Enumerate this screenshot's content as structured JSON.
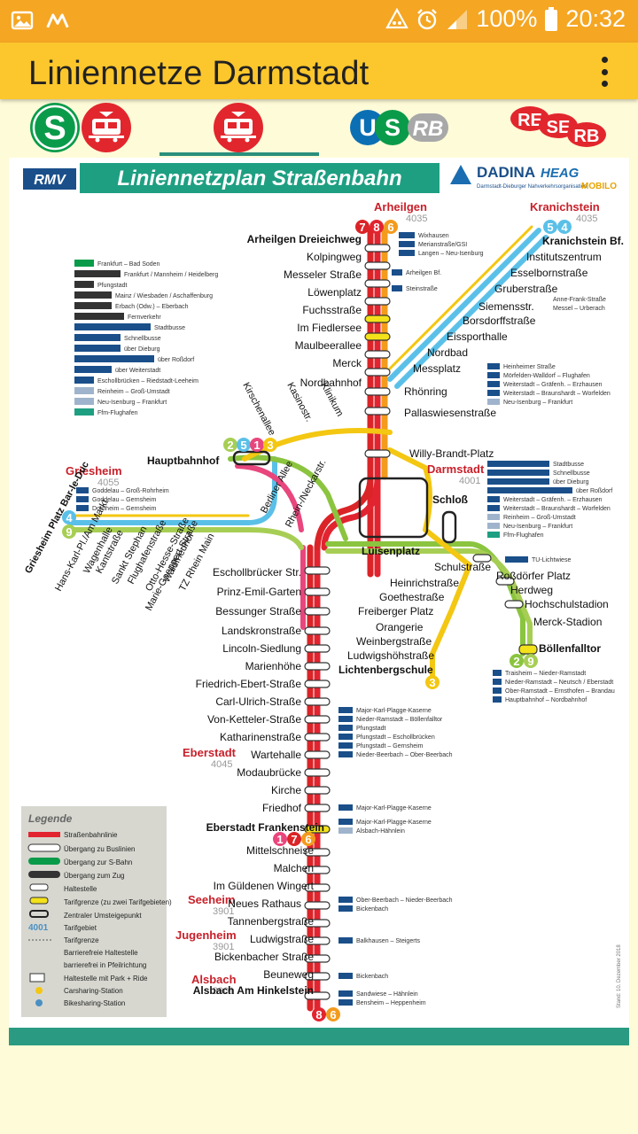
{
  "status": {
    "battery": "100%",
    "time": "20:32"
  },
  "appbar": {
    "title": "Liniennetze Darmstadt"
  },
  "tabs": [
    {
      "id": "sbahn-tram",
      "badge": "S"
    },
    {
      "id": "tram"
    },
    {
      "id": "us-rb",
      "u": "U",
      "s": "S",
      "rb": "RB"
    },
    {
      "id": "re-se-rb",
      "re": "RE",
      "se": "SE",
      "rb": "RB"
    }
  ],
  "map": {
    "rmv": "RMV",
    "title": "Liniennetzplan Straßenbahn",
    "dadina": "DADINA",
    "dadina_sub": "Darmstadt-Dieburger Nahverkehrsorganisation",
    "heag": "HEAG",
    "mobilo": "MOBILO",
    "areas": {
      "arheilgen": "Arheilgen",
      "arheilgen_code": "4035",
      "kranichstein": "Kranichstein",
      "kranichstein_code": "4035",
      "griesheim": "Griesheim",
      "griesheim_code": "4055",
      "darmstadt": "Darmstadt",
      "darmstadt_code": "4001",
      "eberstadt": "Eberstadt",
      "eberstadt_code": "4045",
      "seeheim": "Seeheim",
      "seeheim_code": "3901",
      "jugenheim": "Jugenheim",
      "jugenheim_code": "3901",
      "alsbach": "Alsbach",
      "alsbach_code": "3901"
    },
    "north_stations": [
      "Arheilgen Dreieichweg",
      "Kolpingweg",
      "Messeler Straße",
      "Löwenplatz",
      "Fuchsstraße",
      "Im Fiedlersee",
      "Maulbeerallee",
      "Merck",
      "Nordbahnhof",
      "Rhönring",
      "Pallaswiesenstraße",
      "Willy-Brandt-Platz"
    ],
    "kranich_stations": [
      "Kranichstein Bf.",
      "Institutszentrum",
      "Esselbornstraße",
      "Gruberstraße",
      "Siemensstr.",
      "Borsdorffstraße",
      "Eissporthalle",
      "Nordbad",
      "Messplatz"
    ],
    "south_stations": [
      "Eschollbrücker Str.",
      "Prinz-Emil-Garten",
      "Bessunger Straße",
      "Landskronstraße",
      "Lincoln-Siedlung",
      "Marienhöhe",
      "Friedrich-Ebert-Straße",
      "Carl-Ulrich-Straße",
      "Von-Ketteler-Straße",
      "Katharinenstraße",
      "Wartehalle",
      "Modaubrücke",
      "Kirche",
      "Friedhof",
      "Eberstadt Frankenstein",
      "Mittelschneise",
      "Malchen",
      "Im Güldenen Wingert",
      "Neues Rathaus",
      "Tannenbergstraße",
      "Ludwigstraße",
      "Bickenbacher Straße",
      "Beuneweg",
      "Alsbach Am Hinkelstein"
    ],
    "east_stations": [
      "Luisenplatz",
      "Schloß",
      "Schulstraße",
      "Heinrichstraße",
      "Goethestraße",
      "Freiberger Platz",
      "Orangerie",
      "Weinbergstraße",
      "Ludwigshöhstraße",
      "Lichtenbergschule",
      "Roßdörfer Platz",
      "Herdweg",
      "Hochschulstadion",
      "Merck-Stadion",
      "Böllenfalltor"
    ],
    "west_stations": [
      "Griesheim Platz Bar-le-Duc",
      "Hans-Karl-Pl./Am Markt",
      "Wagenhalle",
      "Kantstraße",
      "Sankt Stephan",
      "Flughafenstraße",
      "Otto-Hesse-Straße",
      "Waldfriedhof",
      "Marie-Goeppert-Straße",
      "TZ Rhein Main",
      "Hauptbahnhof",
      "Berliner Allee",
      "Rhein-/Neckarstr.",
      "Kirschenallee",
      "Kasinostr.",
      "Klinikum"
    ],
    "legend": {
      "title": "Legende",
      "items": [
        "Straßenbahnlinie",
        "Übergang zu Buslinien",
        "Übergang zur S-Bahn",
        "Übergang zum Zug",
        "Haltestelle",
        "Tarifgrenze (zu zwei Tarifgebieten)",
        "Zentraler Umsteigepunkt",
        "Tarifgebiet",
        "Tarifgrenze",
        "Barrierefreie Haltestelle",
        "barrierefrei in Pfeilrichtung",
        "Haltestelle mit Park + Ride",
        "Carsharing-Station",
        "Bikesharing-Station"
      ],
      "tarif_code": "4001"
    },
    "bus_info_left": [
      "Frankfurt – Bad Soden",
      "Frankfurt / Mannheim / Heidelberg",
      "Pfungstadt",
      "Mainz / Wiesbaden / Aschaffenburg",
      "Erbach (Odw.) – Eberbach",
      "Fernverkehr",
      "Stadtbusse",
      "Schnellbusse",
      "über Dieburg",
      "über Roßdorf",
      "über Weiterstadt",
      "Eschollbrücken – Riedstadt-Leeheim",
      "Reinheim – Groß-Umstadt",
      "Neu-Isenburg – Frankfurt",
      "Ffm-Flughafen"
    ],
    "griesheim_bus": [
      "Goddelau – Groß-Rohrheim",
      "Goddelau – Gernsheim",
      "Dornheim – Gernsheim"
    ],
    "arheilgen_bus": [
      "Wixhausen",
      "Merianstraße/GSI",
      "Langen – Neu-Isenburg",
      "Arheilgen Bf.",
      "Steinstraße"
    ],
    "kranich_bus": [
      "Heinheimer Straße",
      "Mörfelden-Walldorf – Flughafen",
      "Weiterstadt – Gräfenh. – Erzhausen",
      "Weiterstadt – Braunshardt – Worfelden",
      "Neu-Isenburg – Frankfurt",
      "Anne-Frank-Straße",
      "Messel – Urberach"
    ],
    "darmstadt_bus": [
      "Stadtbusse",
      "Schnellbusse",
      "über Dieburg",
      "über Roßdorf",
      "Weiterstadt – Gräfenh. – Erzhausen",
      "Weiterstadt – Braunshardt – Worfelden",
      "Reinheim – Groß-Umstadt",
      "Neu-Isenburg – Frankfurt",
      "Ffm-Flughafen",
      "TU-Lichtwiese"
    ],
    "boellen_bus": [
      "Traisheim – Nieder-Ramstadt",
      "Nieder-Ramstadt – Neutsch / Eberstadt",
      "Ober-Ramstadt – Ernsthofen – Brandau",
      "Hauptbahnhof – Nordbahnhof"
    ],
    "south_bus": [
      "Major-Karl-Plagge-Kaserne",
      "Nieder-Ramstadt – Böllenfalltor",
      "Pfungstadt",
      "Pfungstadt – Eschollbrücken",
      "Pfungstadt – Gernsheim",
      "Nieder-Beerbach – Ober-Beerbach",
      "Major-Karl-Plagge-Kaserne",
      "Major-Karl-Plagge-Kaserne",
      "Alsbach-Hähnlein",
      "Ober-Beerbach – Nieder-Beerbach",
      "Bickenbach",
      "Balkhausen – Steigerts",
      "Bickenbach",
      "Sandwiese – Hähnlein",
      "Bensheim – Heppenheim"
    ],
    "line_labels": [
      "7",
      "8",
      "6",
      "5",
      "4",
      "2",
      "5",
      "1",
      "3",
      "4",
      "9",
      "1",
      "7",
      "6",
      "8",
      "6",
      "2",
      "9",
      "3"
    ],
    "footnote": "Stand: 10. Dezember 2018"
  },
  "colors": {
    "status": "#f5a623",
    "appbar": "#fcc72c",
    "teal": "#2a9b82",
    "line1": "#e8467c",
    "line2": "#8bc43f",
    "line3": "#f3c712",
    "line4": "#5ac0e8",
    "line6": "#f39b1d",
    "line7": "#da2427",
    "line8": "#e22430",
    "line9": "#a7ce54"
  }
}
